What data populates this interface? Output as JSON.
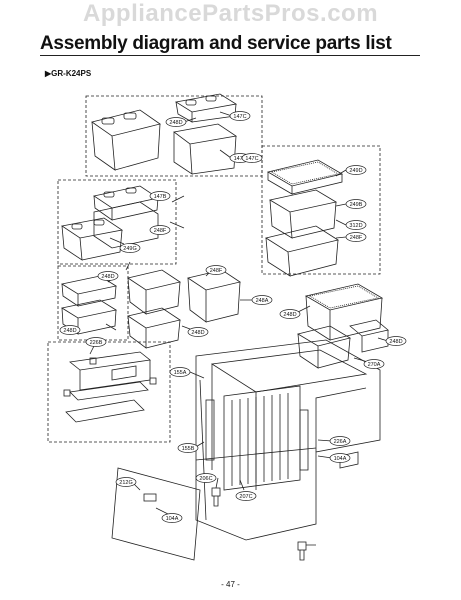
{
  "watermark": "AppliancePartsPros.com",
  "header": {
    "title": "Assembly diagram and service parts list",
    "model": "GR-K24PS"
  },
  "footer": {
    "page_number": "- 47 -"
  },
  "callouts": [
    "147C",
    "248D",
    "147A",
    "147C",
    "147B",
    "248F",
    "249G",
    "249D",
    "249B",
    "312D",
    "248F",
    "248D",
    "248F",
    "248D",
    "248D",
    "248A",
    "248D",
    "248D",
    "270A",
    "226B",
    "155A",
    "226A",
    "155B",
    "104A",
    "206C",
    "207C",
    "212G",
    "104A"
  ]
}
